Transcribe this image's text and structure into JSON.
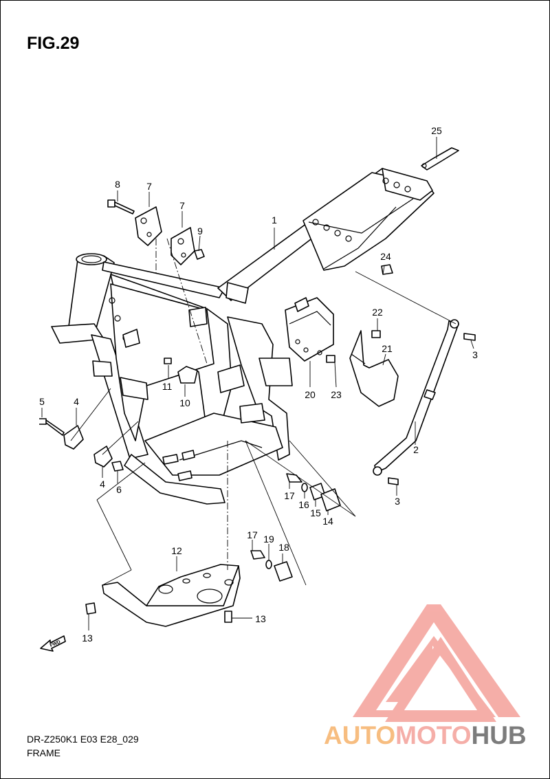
{
  "figure": {
    "title": "FIG.29",
    "model_code": "DR-Z250K1 E03 E28_029",
    "section_name": "FRAME"
  },
  "callouts": [
    {
      "id": "c1",
      "label": "1"
    },
    {
      "id": "c2",
      "label": "2"
    },
    {
      "id": "c3a",
      "label": "3"
    },
    {
      "id": "c3b",
      "label": "3"
    },
    {
      "id": "c4a",
      "label": "4"
    },
    {
      "id": "c4b",
      "label": "4"
    },
    {
      "id": "c5",
      "label": "5"
    },
    {
      "id": "c6",
      "label": "6"
    },
    {
      "id": "c7a",
      "label": "7"
    },
    {
      "id": "c7b",
      "label": "7"
    },
    {
      "id": "c8",
      "label": "8"
    },
    {
      "id": "c9",
      "label": "9"
    },
    {
      "id": "c10",
      "label": "10"
    },
    {
      "id": "c11",
      "label": "11"
    },
    {
      "id": "c12",
      "label": "12"
    },
    {
      "id": "c13a",
      "label": "13"
    },
    {
      "id": "c13b",
      "label": "13"
    },
    {
      "id": "c14",
      "label": "14"
    },
    {
      "id": "c15",
      "label": "15"
    },
    {
      "id": "c16",
      "label": "16"
    },
    {
      "id": "c17a",
      "label": "17"
    },
    {
      "id": "c17b",
      "label": "17"
    },
    {
      "id": "c18",
      "label": "18"
    },
    {
      "id": "c19",
      "label": "19"
    },
    {
      "id": "c20",
      "label": "20"
    },
    {
      "id": "c21",
      "label": "21"
    },
    {
      "id": "c22",
      "label": "22"
    },
    {
      "id": "c23",
      "label": "23"
    },
    {
      "id": "c24",
      "label": "24"
    },
    {
      "id": "c25",
      "label": "25"
    }
  ],
  "fwd_arrow": {
    "label": "FWD"
  },
  "watermark": {
    "part1": "AUTO",
    "part2": "MOTO",
    "part3": "HUB",
    "color_part1": "#f6b26b",
    "color_part2": "#f4a09a",
    "color_part3": "#666666",
    "logo_color": "#f4a09a"
  }
}
